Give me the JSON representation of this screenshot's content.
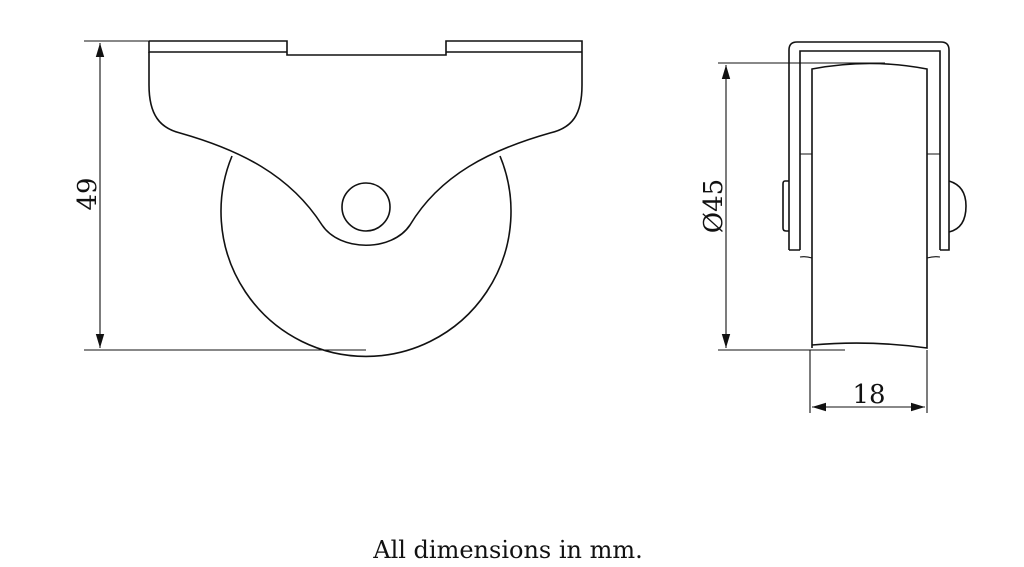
{
  "drawing": {
    "side_view": {
      "height_dimension": "49"
    },
    "front_view": {
      "diameter_dimension": "Ø45",
      "width_dimension": "18"
    }
  },
  "caption": "All dimensions in mm."
}
